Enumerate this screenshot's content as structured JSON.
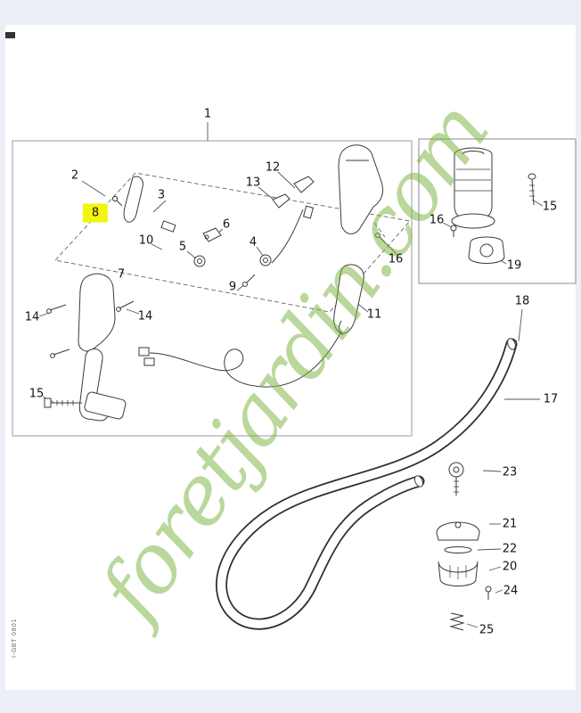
{
  "colors": {
    "highlight": "#f2f60e",
    "watermark": "#7cb342",
    "line": "#3a3a3a"
  },
  "watermark": {
    "text": "foretjardin.com"
  },
  "doc_code": "I-GBT 0801",
  "labels": {
    "n1": "1",
    "n2": "2",
    "n3": "3",
    "n4": "4",
    "n5": "5",
    "n6": "6",
    "n7": "7",
    "n8": "8",
    "n9": "9",
    "n10": "10",
    "n11": "11",
    "n12": "12",
    "n13": "13",
    "n14a": "14",
    "n14b": "14",
    "n15a": "15",
    "n15b": "15",
    "n16a": "16",
    "n16b": "16",
    "n17": "17",
    "n18": "18",
    "n19": "19",
    "n20": "20",
    "n21": "21",
    "n22": "22",
    "n23": "23",
    "n24": "24",
    "n25": "25"
  }
}
